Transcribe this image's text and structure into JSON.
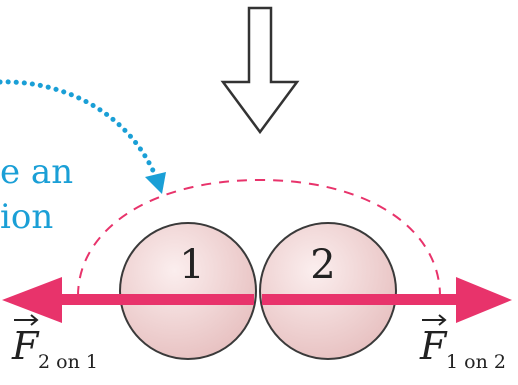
{
  "caption_fragment": {
    "line1": "e an",
    "line2": "ion",
    "color": "#1a9fd6"
  },
  "objects": {
    "ball1_label": "1",
    "ball2_label": "2",
    "fill": "#f2d6d6",
    "outline": "#3a3a3a"
  },
  "forces": {
    "color": "#e8336b",
    "left": {
      "symbol": "F",
      "subscript": "2 on 1"
    },
    "right": {
      "symbol": "F",
      "subscript": "1 on 2"
    }
  },
  "system_boundary": {
    "color": "#e8336b",
    "style": "dashed"
  },
  "external_push": {
    "icon": "down-arrow-icon"
  },
  "pointer": {
    "color": "#1a9fd6",
    "style": "dotted"
  }
}
